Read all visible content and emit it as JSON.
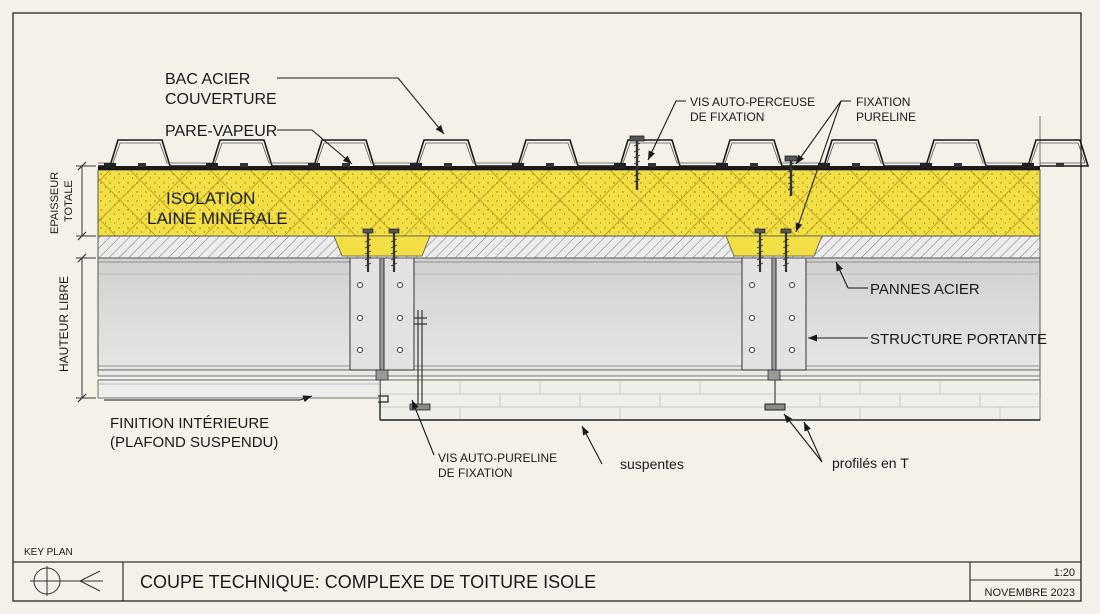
{
  "labels": {
    "bac_acier_1": "BAC ACIER",
    "bac_acier_2": "COUVERTURE",
    "pare_vapeur": "PARE-VAPEUR",
    "vis_auto_perceuse_1": "VIS AUTO-PERCEUSE",
    "vis_auto_perceuse_2": "DE FIXATION",
    "fixation_pureline_1": "FIXATION",
    "fixation_pureline_2": "PURELINE",
    "isolation_1": "ISOLATION",
    "isolation_2": "LAINE MINÉRALE",
    "epaisseur_1": "EPAISSEUR",
    "epaisseur_2": "TOTALE",
    "hauteur_libre": "HAUTEUR LIBRE",
    "pannes_acier": "PANNES ACIER",
    "structure_portante": "STRUCTURE PORTANTE",
    "finition_1": "FINITION INTÉRIEURE",
    "finition_2": "(PLAFOND SUSPENDU)",
    "vis_auto_pureline_1": "VIS AUTO-PURELINE",
    "vis_auto_pureline_2": "DE FIXATION",
    "suspentes": "suspentes",
    "profiles_t": "profilés en T"
  },
  "title_block": {
    "key_plan": "KEY PLAN",
    "title": "COUPE TECHNIQUE: COMPLEXE DE TOITURE ISOLE",
    "scale": "1:20",
    "date": "NOVEMBRE 2023"
  },
  "colors": {
    "paper": "#f3f1e8",
    "insulation": "#f2de45",
    "ink": "#1a1a1a",
    "steel_gray": "#d8d8d8"
  }
}
